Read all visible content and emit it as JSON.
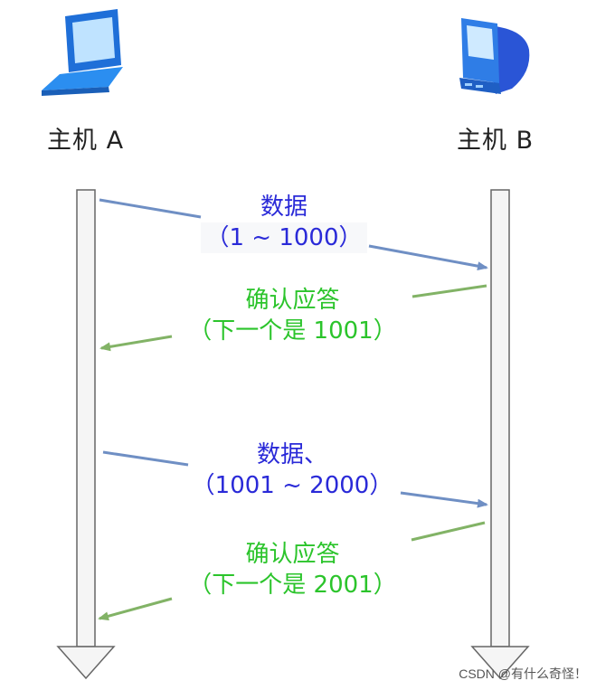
{
  "hosts": {
    "a": {
      "label": "主机 A",
      "icon": "laptop-icon"
    },
    "b": {
      "label": "主机 B",
      "icon": "desktop-computer-icon"
    }
  },
  "messages": [
    {
      "kind": "data",
      "line1": "数据",
      "line2": "（1 ~ 1000）",
      "color": "#2a2ad8"
    },
    {
      "kind": "ack",
      "line1": "确认应答",
      "line2": "（下一个是 1001）",
      "color": "#2bc42b"
    },
    {
      "kind": "data",
      "line1": "数据、",
      "line2": "（1001 ~ 2000）",
      "color": "#2a2ad8"
    },
    {
      "kind": "ack",
      "line1": "确认应答",
      "line2": "（下一个是 2001）",
      "color": "#2bc42b"
    }
  ],
  "arrow_colors": {
    "data": "#6f8fc4",
    "ack": "#82b366"
  },
  "watermark": "CSDN @有什么奇怪！"
}
